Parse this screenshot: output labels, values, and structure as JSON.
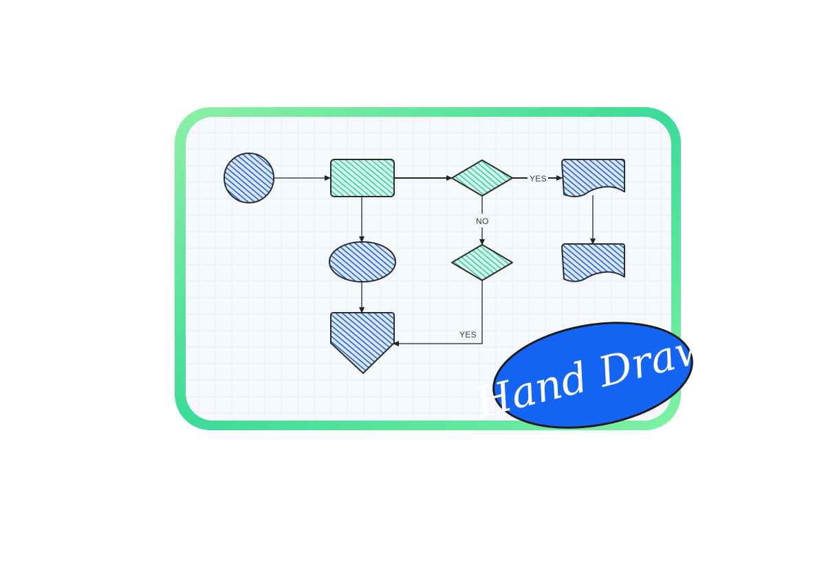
{
  "diagram": {
    "type": "flowchart",
    "style": "hand-drawn",
    "edge_labels": {
      "decision1_yes": "YES",
      "decision1_no": "NO",
      "decision2_yes": "YES"
    }
  },
  "badge": {
    "text": "Hand Draw",
    "color": "#1565f5"
  },
  "colors": {
    "blue_fill": "#1f5fd8",
    "green_fill": "#3dd6a6",
    "frame_gradient": [
      "#8ef0a6",
      "#2ed38f"
    ],
    "canvas_bg": "#f6f9fc",
    "grid": "#e6ecf3",
    "stroke": "#2b2b2b"
  }
}
